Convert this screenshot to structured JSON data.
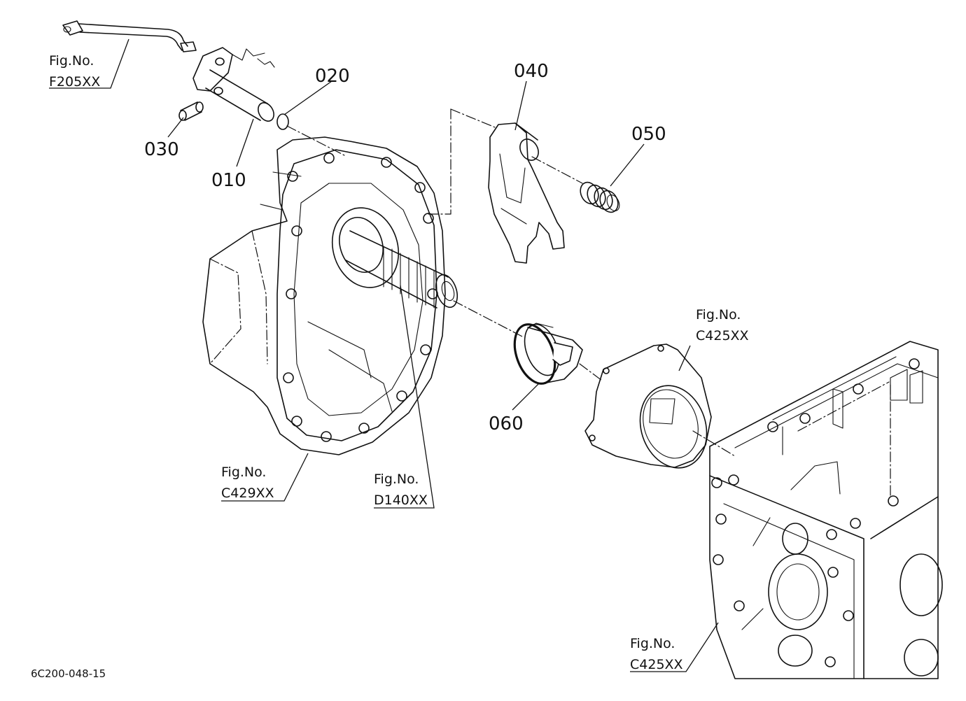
{
  "callouts": {
    "p010": "010",
    "p020": "020",
    "p030": "030",
    "p040": "040",
    "p050": "050",
    "p060": "060"
  },
  "figure_refs": {
    "f205": {
      "line1": "Fig.No.",
      "line2": "F205XX"
    },
    "c429": {
      "line1": "Fig.No.",
      "line2": "C429XX"
    },
    "d140": {
      "line1": "Fig.No.",
      "line2": "D140XX"
    },
    "c425_upper": {
      "line1": "Fig.No.",
      "line2": "C425XX"
    },
    "c425_lower": {
      "line1": "Fig.No.",
      "line2": "C425XX"
    }
  },
  "drawing_code": "6C200-048-15",
  "parts": [
    {
      "id": "010",
      "icon": "shift-shaft-icon"
    },
    {
      "id": "020",
      "icon": "o-ring-icon"
    },
    {
      "id": "030",
      "icon": "pin-icon"
    },
    {
      "id": "040",
      "icon": "shift-fork-icon"
    },
    {
      "id": "050",
      "icon": "spring-icon"
    },
    {
      "id": "060",
      "icon": "shifter-coupling-icon"
    }
  ]
}
